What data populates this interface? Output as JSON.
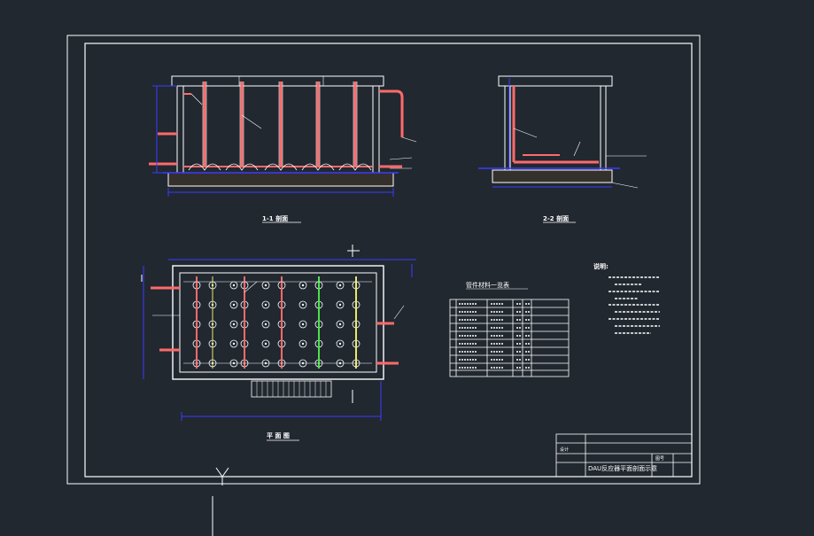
{
  "colors": {
    "background": "#212830",
    "frame": "#ffffff",
    "dimension": "#3b3bff",
    "pipe_red": "#ff6a6a",
    "pipe_green": "#4de04d",
    "pipe_yellow": "#e8e86a",
    "text": "#ffffff"
  },
  "views": {
    "section_1_1": "1-1 剖面",
    "section_2_2": "2-2 剖面",
    "plan": "平 面 图"
  },
  "equipment_table": {
    "title": "管件材料一览表"
  },
  "notes": {
    "heading": "说明:"
  },
  "title_block": {
    "drawing_title": "DAU反应器平面剖面示意",
    "drawn_by_label": "设计",
    "drawing_no_label": "图号"
  }
}
